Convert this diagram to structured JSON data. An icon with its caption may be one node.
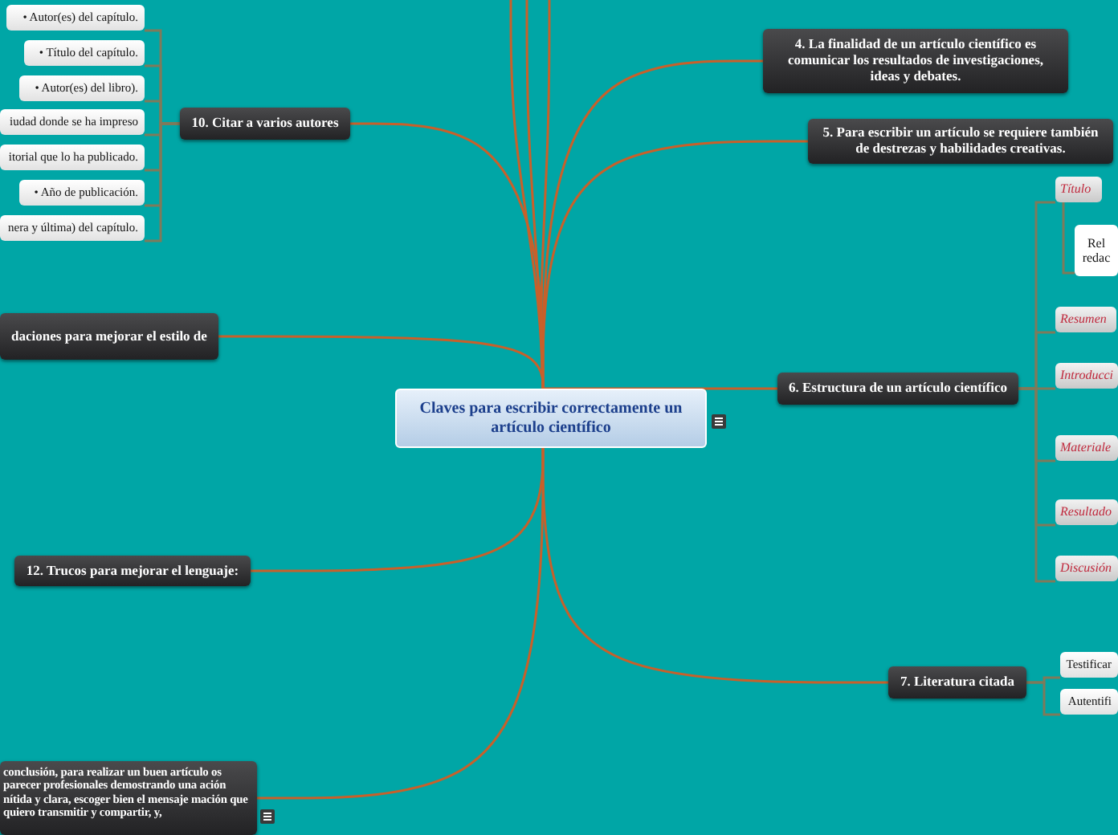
{
  "diagram": {
    "nodes": [
      {
        "text": [
          "Claves para escribir correctamente un artículo científico"
        ]
      },
      {
        "text": [
          "4. La finalidad de un artículo científico es comunicar los resultados de investigaciones, ideas y debates."
        ]
      },
      {
        "text": [
          "5. Para escribir un artículo se requiere también de destrezas y habilidades creativas."
        ]
      },
      {
        "text": [
          "6. Estructura de un artículo científico"
        ]
      },
      {
        "text": [
          "Título"
        ]
      },
      {
        "text": [
          "Rel redac"
        ]
      },
      {
        "text": [
          "Resumen"
        ]
      },
      {
        "text": [
          "Introducci"
        ]
      },
      {
        "text": [
          "Materiale"
        ]
      },
      {
        "text": [
          "Resultado"
        ]
      },
      {
        "text": [
          "Discusión"
        ]
      },
      {
        "text": [
          "7. Literatura citada"
        ]
      },
      {
        "text": [
          "Testificar"
        ]
      },
      {
        "text": [
          "Autentifi"
        ]
      },
      {
        "text": [
          "10. Citar a varios autores"
        ]
      },
      {
        "text": [
          "• Autor(es) del capítulo."
        ]
      },
      {
        "text": [
          "• Título del capítulo."
        ]
      },
      {
        "text": [
          "• Autor(es) del libro)."
        ]
      },
      {
        "text": [
          "iudad donde se ha impreso"
        ]
      },
      {
        "text": [
          "itorial que lo ha publicado."
        ]
      },
      {
        "text": [
          "• Año de publicación."
        ]
      },
      {
        "text": [
          "nera y última) del capítulo."
        ]
      },
      {
        "text": [
          "daciones para mejorar el estilo de"
        ]
      },
      {
        "text": [
          "12. Trucos para mejorar el lenguaje:"
        ]
      },
      {
        "text": [
          "conclusión, para realizar un buen artículo os parecer profesionales demostrando una ación nítida y clara, escoger bien el mensaje mación que quiero transmitir y compartir, y,"
        ]
      }
    ],
    "edges": [
      {
        "from": 0,
        "to": 1,
        "arrow": "none",
        "color": "#c8602a"
      },
      {
        "from": 0,
        "to": 2,
        "arrow": "none",
        "color": "#c8602a"
      },
      {
        "from": 0,
        "to": 3,
        "arrow": "none",
        "color": "#c8602a"
      },
      {
        "from": 0,
        "to": 11,
        "arrow": "none",
        "color": "#c8602a"
      },
      {
        "from": 0,
        "to": 14,
        "arrow": "none",
        "color": "#c8602a"
      },
      {
        "from": 0,
        "to": 22,
        "arrow": "none",
        "color": "#c8602a"
      },
      {
        "from": 0,
        "to": 23,
        "arrow": "none",
        "color": "#c8602a"
      },
      {
        "from": 0,
        "to": 24,
        "arrow": "none",
        "color": "#c8602a"
      },
      {
        "from": 0,
        "to": null,
        "arrow": "none",
        "color": "#c8602a"
      },
      {
        "from": 0,
        "to": null,
        "arrow": "none",
        "color": "#c8602a"
      },
      {
        "from": 0,
        "to": null,
        "arrow": "none",
        "color": "#c8602a"
      },
      {
        "from": 3,
        "to": 4,
        "arrow": "none"
      },
      {
        "from": 4,
        "to": 5,
        "arrow": "none"
      },
      {
        "from": 3,
        "to": 6,
        "arrow": "none"
      },
      {
        "from": 3,
        "to": 7,
        "arrow": "none"
      },
      {
        "from": 3,
        "to": 8,
        "arrow": "none"
      },
      {
        "from": 3,
        "to": 9,
        "arrow": "none"
      },
      {
        "from": 3,
        "to": 10,
        "arrow": "none"
      },
      {
        "from": 11,
        "to": 12,
        "arrow": "none"
      },
      {
        "from": 11,
        "to": 13,
        "arrow": "none"
      },
      {
        "from": 14,
        "to": 15,
        "arrow": "none"
      },
      {
        "from": 14,
        "to": 16,
        "arrow": "none"
      },
      {
        "from": 14,
        "to": 17,
        "arrow": "none"
      },
      {
        "from": 14,
        "to": 18,
        "arrow": "none"
      },
      {
        "from": 14,
        "to": 19,
        "arrow": "none"
      },
      {
        "from": 14,
        "to": 20,
        "arrow": "none"
      },
      {
        "from": 14,
        "to": 21,
        "arrow": "none"
      }
    ]
  }
}
